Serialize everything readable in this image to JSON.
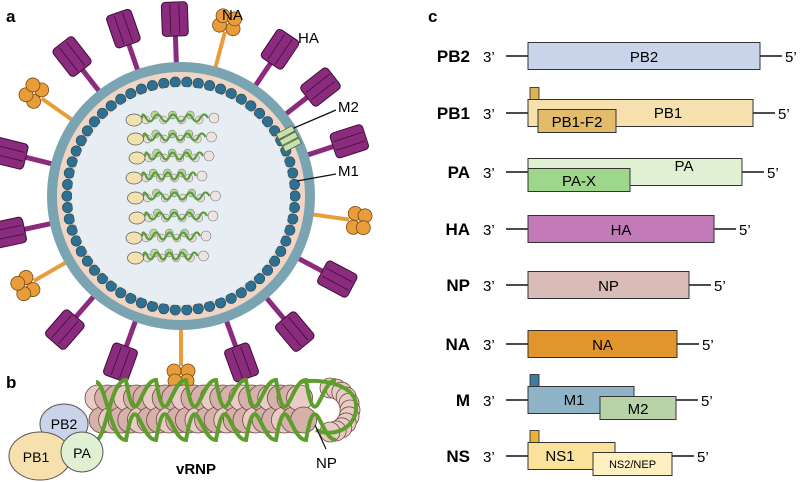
{
  "panel_labels": {
    "a": "a",
    "b": "b",
    "c": "c"
  },
  "virion": {
    "labels": {
      "NA": "NA",
      "HA": "HA",
      "M2": "M2",
      "M1": "M1"
    },
    "colors": {
      "ha": "#8b2b7d",
      "na": "#e89c3a",
      "envelope": "#7ba4b3",
      "lipid_inner": "#f1d5c4",
      "m1": "#2f6f8f",
      "interior": "#e6eef3",
      "m2": "#c8dfae",
      "rnp": "#5e9b3e"
    }
  },
  "vrnp": {
    "title": "vRNP",
    "labels": {
      "PB2": "PB2",
      "PB1": "PB1",
      "PA": "PA",
      "NP": "NP"
    },
    "colors": {
      "pb2": "#c9d3ea",
      "pb1": "#f6e1ae",
      "pa": "#dff0d3",
      "np": "#d6b1aa",
      "np_light": "#e7cbc4",
      "rna": "#5d9e2d"
    }
  },
  "segments": {
    "end3": "3’",
    "end5": "5’",
    "items": [
      {
        "name": "PB2",
        "main": {
          "label": "PB2",
          "color": "#c9d3ea"
        }
      },
      {
        "name": "PB1",
        "main": {
          "label": "PB1",
          "color": "#f6e1ae"
        },
        "overlap": {
          "label": "PB1-F2",
          "color": "#e2bc6a"
        },
        "tab": {
          "color": "#d9b354"
        }
      },
      {
        "name": "PA",
        "main": {
          "label": "PA",
          "color": "#dff0d3"
        },
        "overlap": {
          "label": "PA-X",
          "color": "#9ed68b"
        }
      },
      {
        "name": "HA",
        "main": {
          "label": "HA",
          "color": "#c27ab8"
        }
      },
      {
        "name": "NP",
        "main": {
          "label": "NP",
          "color": "#d9bcb7"
        }
      },
      {
        "name": "NA",
        "main": {
          "label": "NA",
          "color": "#e2952d"
        }
      },
      {
        "name": "M",
        "main": {
          "label": "M1",
          "color": "#8fb4c8"
        },
        "overlap": {
          "label": "M2",
          "color": "#b9d3a8"
        },
        "tab": {
          "color": "#3e7c9e"
        }
      },
      {
        "name": "NS",
        "main": {
          "label": "NS1",
          "color": "#fbe29b"
        },
        "overlap": {
          "label": "NS2/NEP",
          "color": "#fff0c2"
        },
        "tab": {
          "color": "#eab23a"
        }
      }
    ]
  }
}
